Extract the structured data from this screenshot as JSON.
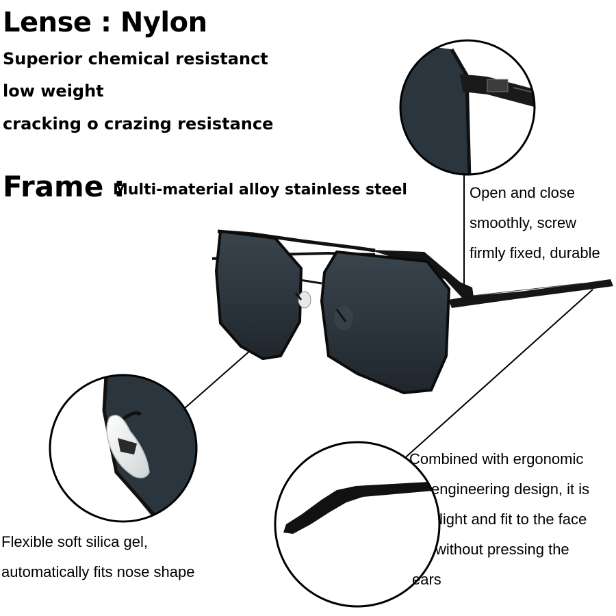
{
  "lens": {
    "title": "Lense : Nylon",
    "features": [
      "Superior chemical resistanct",
      "low weight",
      "cracking o crazing resistance"
    ]
  },
  "frame": {
    "title": "Frame :",
    "description": "Multi-material alloy stainless steel"
  },
  "callouts": {
    "hinge": [
      "Open and close",
      "smoothly, screw",
      "firmly fixed, durable"
    ],
    "nose_pad": [
      "Flexible soft silica gel,",
      "automatically fits nose shape"
    ],
    "temple": [
      "Combined with ergonomic",
      "engineering design, it is",
      "light and fit to the face",
      "without pressing the",
      "ears"
    ]
  },
  "colors": {
    "lens_tint": "#2b353d",
    "frame_metal": "#111111",
    "nose_pad": "#e9ecec",
    "background": "#ffffff"
  }
}
